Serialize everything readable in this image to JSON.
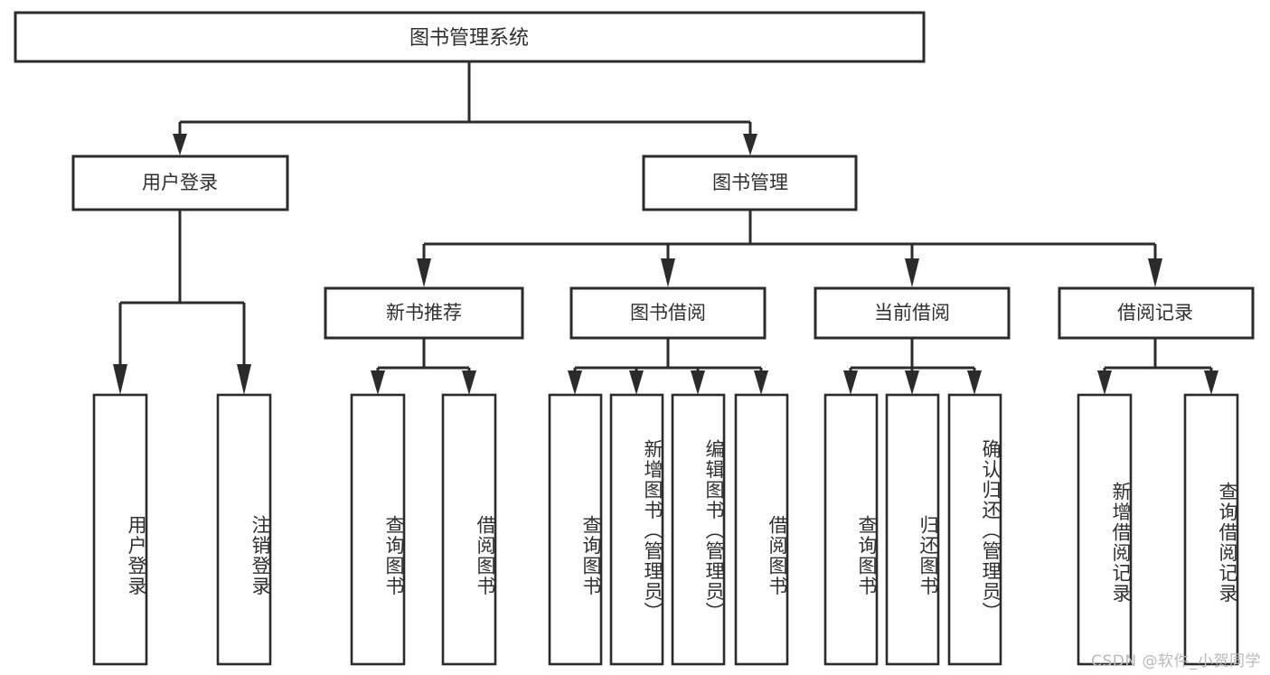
{
  "diagram": {
    "title": "图书管理系统",
    "type": "tree",
    "watermark": "CSDN @软件_小贺同学",
    "colors": {
      "stroke": "#2b2b2b",
      "text": "#2f2f2f",
      "background": "#ffffff",
      "watermark": "#b9b9b9"
    },
    "root": {
      "label": "图书管理系统"
    },
    "level2": [
      {
        "label": "用户登录"
      },
      {
        "label": "图书管理"
      }
    ],
    "level3": [
      {
        "label": "新书推荐"
      },
      {
        "label": "图书借阅"
      },
      {
        "label": "当前借阅"
      },
      {
        "label": "借阅记录"
      }
    ],
    "leaves": {
      "user_login": [
        {
          "label": "用户登录"
        },
        {
          "label": "注销登录"
        }
      ],
      "new_book_recommend": [
        {
          "label": "查询图书"
        },
        {
          "label": "借阅图书"
        }
      ],
      "book_borrow": [
        {
          "label": "查询图书"
        },
        {
          "label": "新增图书（管理员）"
        },
        {
          "label": "编辑图书（管理员）"
        },
        {
          "label": "借阅图书"
        }
      ],
      "current_borrow": [
        {
          "label": "查询图书"
        },
        {
          "label": "归还图书"
        },
        {
          "label": "确认归还（管理员）"
        }
      ],
      "borrow_record": [
        {
          "label": "新增借阅记录"
        },
        {
          "label": "查询借阅记录"
        }
      ]
    }
  }
}
